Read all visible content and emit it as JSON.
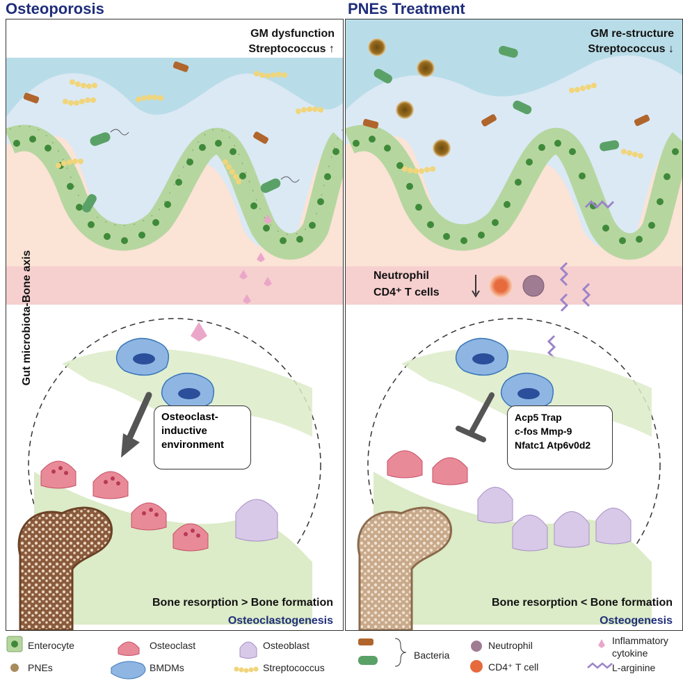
{
  "left": {
    "title": "Osteoporosis",
    "gm_line1": "GM dysfunction",
    "gm_line2": "Streptococcus ↑",
    "axis_label": "Gut microbiota-Bone axis",
    "box_text": "Osteoclast-\ninductive\nenvironment",
    "balance": "Bone resorption > Bone formation",
    "process": "Osteoclastogenesis"
  },
  "right": {
    "title": "PNEs Treatment",
    "gm_line1": "GM re-structure",
    "gm_line2": "Streptococcus ↓",
    "immune_line1": "Neutrophil",
    "immune_line2": "CD4⁺ T cells",
    "genes": "Acp5 Trap\nc-fos Mmp-9\nNfatc1 Atp6v0d2",
    "balance": "Bone resorption < Bone formation",
    "process": "Osteogenesis"
  },
  "legend": {
    "enterocyte": "Enterocyte",
    "pnes": "PNEs",
    "osteoclast": "Osteoclast",
    "bmdms": "BMDMs",
    "osteoblast": "Osteoblast",
    "streptococcus": "Streptococcus",
    "bacteria": "Bacteria",
    "neutrophil": "Neutrophil",
    "cd4": "CD4⁺ T cell",
    "cytokine": "Inflammatory\ncytokine",
    "larginine": "L-arginine"
  },
  "colors": {
    "title": "#1f2d7a",
    "lumen_outer": "#b9dde8",
    "lumen_inner": "#dbe9f5",
    "tissue": "#fbe3d6",
    "vessel": "#f6cfcf",
    "bone_region": "#dcebc8",
    "enterocyte": "#b6d6a0",
    "nucleus": "#3f8a3a",
    "osteoclast": "#e98a98",
    "osteoblast": "#d9c9e8",
    "bmdm": "#8fb6e3",
    "strep": "#f1d57a",
    "lavender_line": "#9b83c9"
  }
}
